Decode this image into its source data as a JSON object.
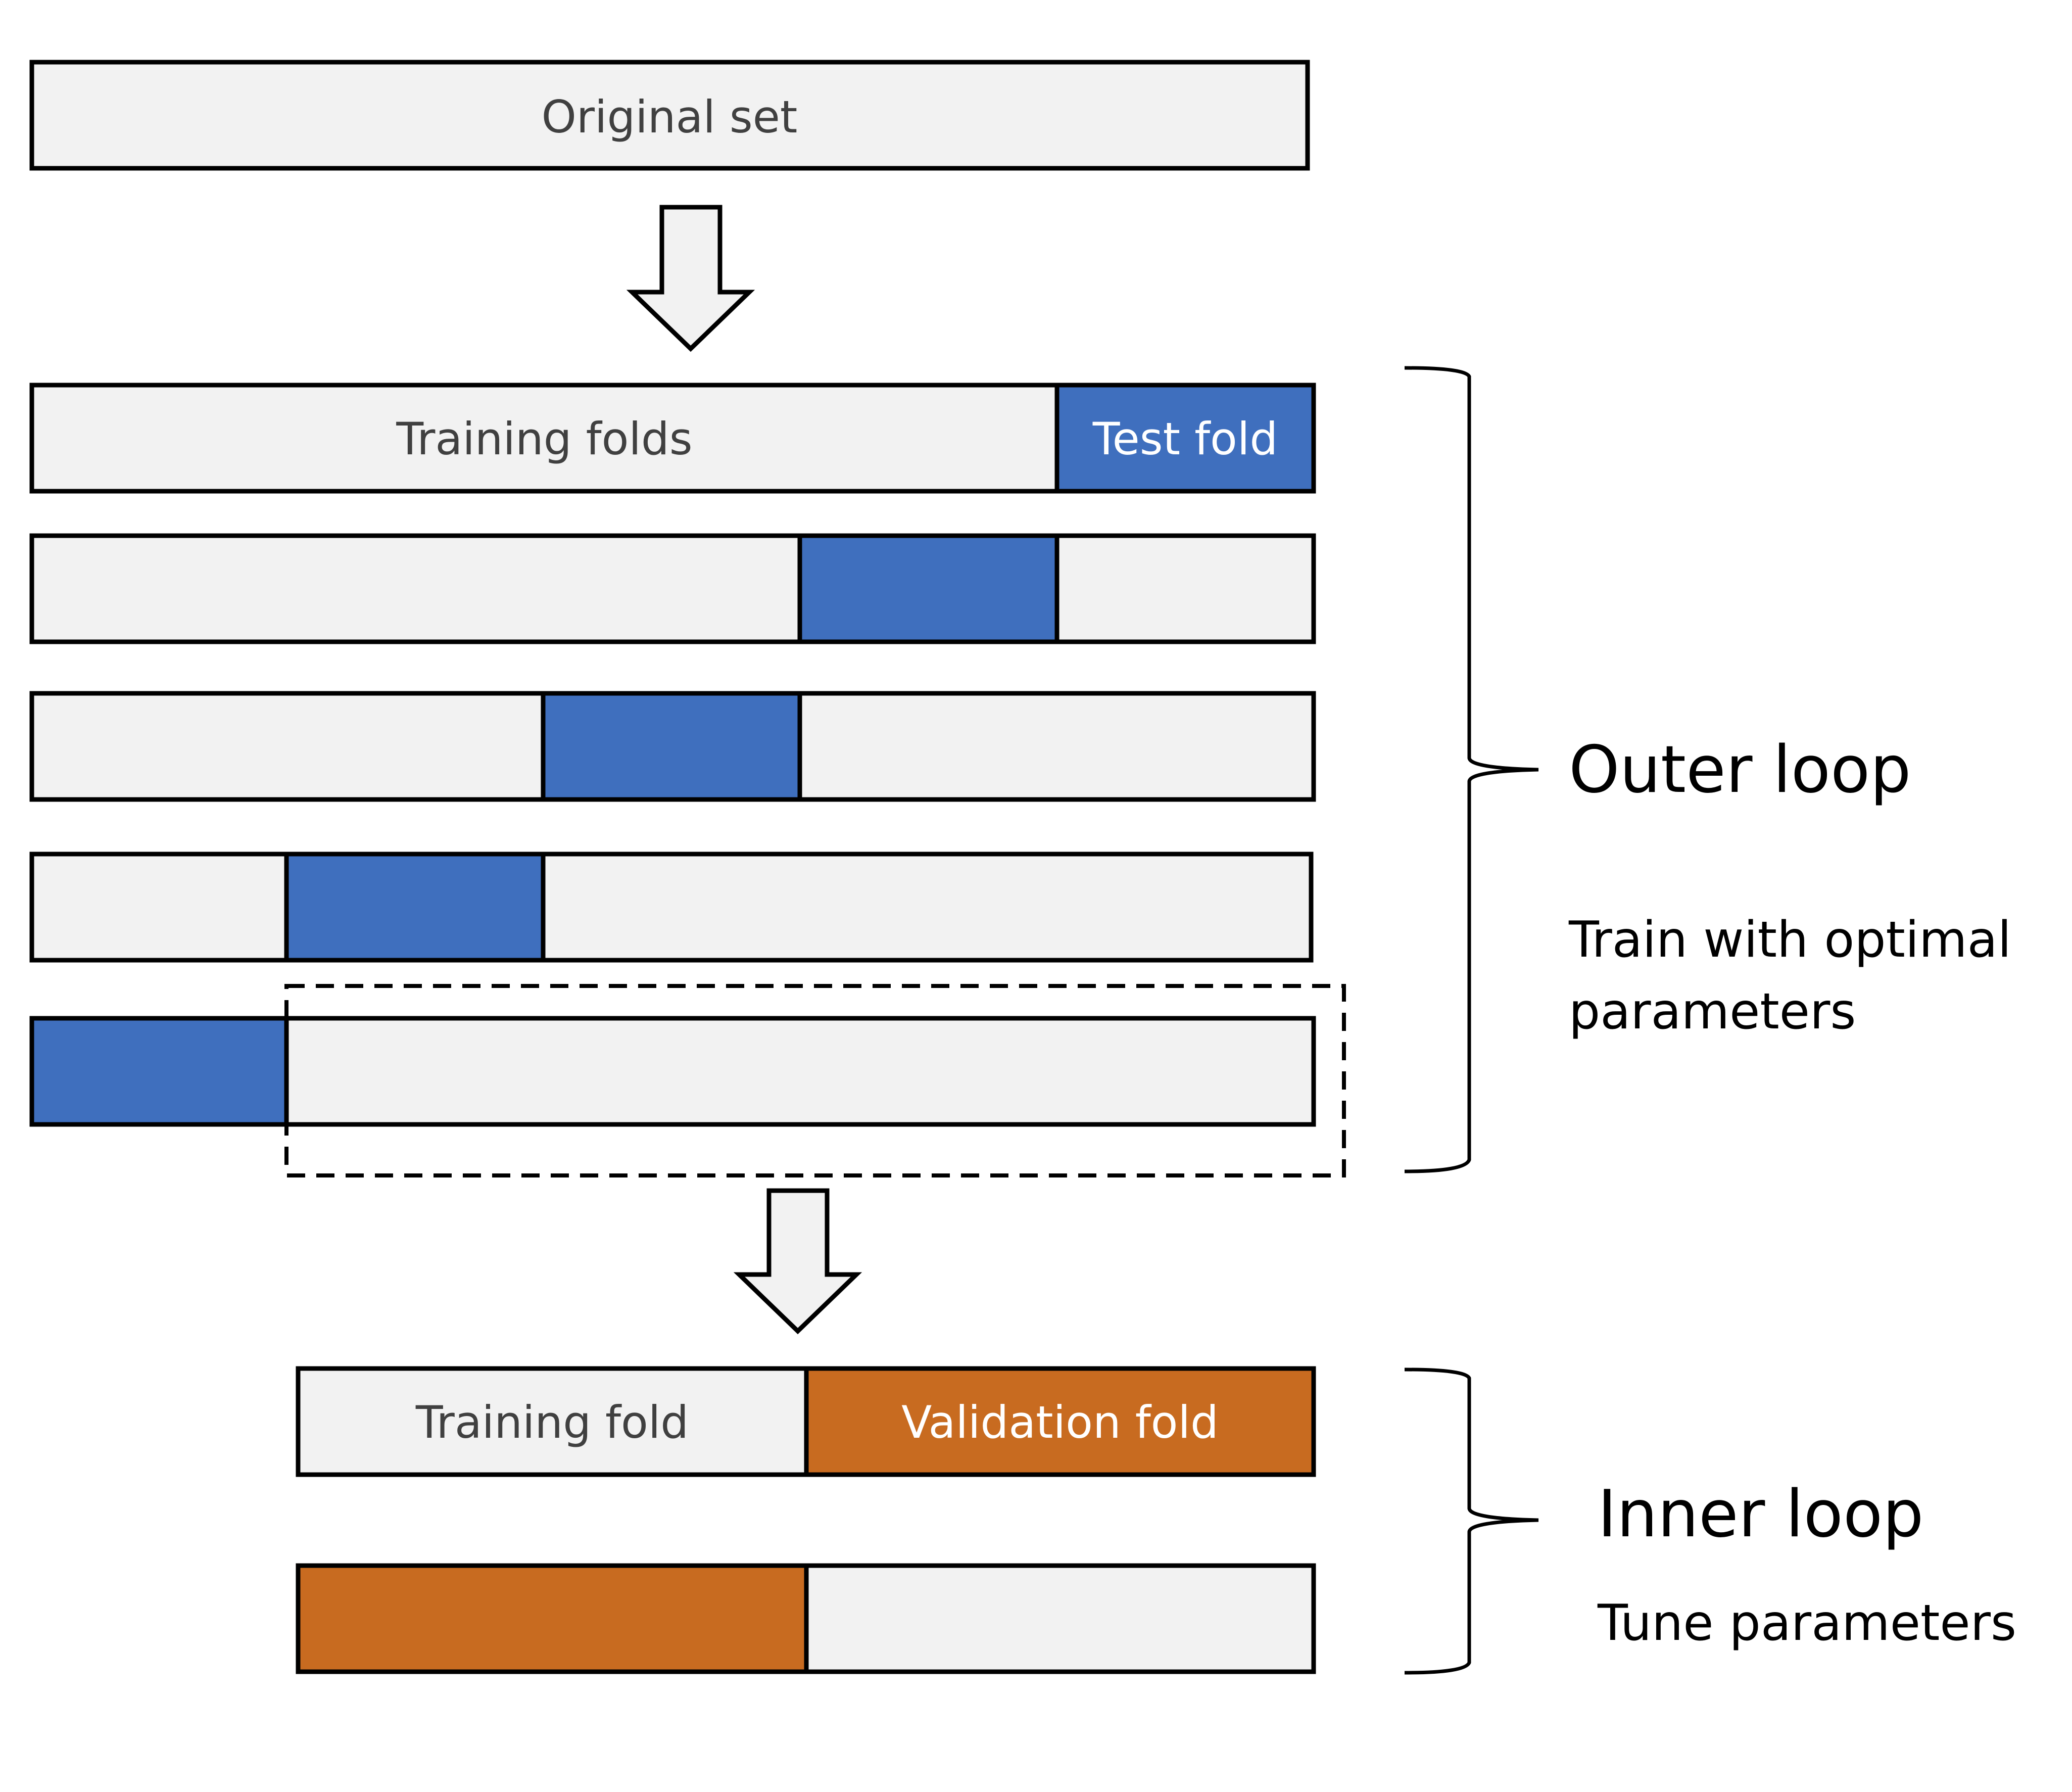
{
  "colors": {
    "light": "#f2f2f2",
    "test": "#3f6fbe",
    "validation": "#c86b20",
    "stroke": "#000000",
    "label_dark": "#404040",
    "label_light": "#ffffff"
  },
  "original_set": {
    "label": "Original set"
  },
  "outer_loop": {
    "title": "Outer loop",
    "description_line1": "Train with optimal",
    "description_line2": "parameters",
    "rows": [
      {
        "segments": [
          {
            "kind": "train",
            "label": "Training folds"
          },
          {
            "kind": "test",
            "label": "Test fold"
          }
        ]
      },
      {
        "segments": [
          {
            "kind": "train",
            "label": ""
          },
          {
            "kind": "test",
            "label": ""
          },
          {
            "kind": "train",
            "label": ""
          }
        ]
      },
      {
        "segments": [
          {
            "kind": "train",
            "label": ""
          },
          {
            "kind": "test",
            "label": ""
          },
          {
            "kind": "train",
            "label": ""
          }
        ]
      },
      {
        "segments": [
          {
            "kind": "train",
            "label": ""
          },
          {
            "kind": "test",
            "label": ""
          },
          {
            "kind": "train",
            "label": ""
          }
        ]
      },
      {
        "segments": [
          {
            "kind": "test",
            "label": ""
          },
          {
            "kind": "train",
            "label": ""
          }
        ]
      }
    ]
  },
  "inner_loop": {
    "title": "Inner loop",
    "description": "Tune parameters",
    "rows": [
      {
        "segments": [
          {
            "kind": "train",
            "label": "Training fold"
          },
          {
            "kind": "validation",
            "label": "Validation fold"
          }
        ]
      },
      {
        "segments": [
          {
            "kind": "validation",
            "label": ""
          },
          {
            "kind": "train",
            "label": ""
          }
        ]
      }
    ]
  }
}
